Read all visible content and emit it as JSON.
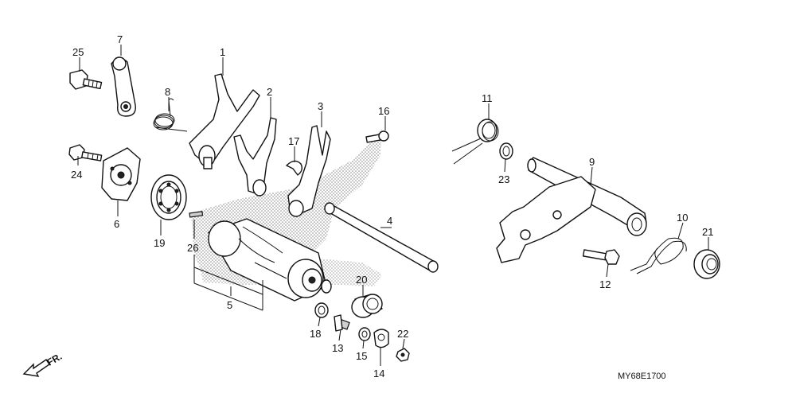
{
  "diagram_code": "MY68E1700",
  "direction_label": "FR.",
  "callouts": [
    {
      "id": "c1",
      "label": "1"
    },
    {
      "id": "c2",
      "label": "2"
    },
    {
      "id": "c3",
      "label": "3"
    },
    {
      "id": "c4",
      "label": "4"
    },
    {
      "id": "c5",
      "label": "5"
    },
    {
      "id": "c6",
      "label": "6"
    },
    {
      "id": "c7",
      "label": "7"
    },
    {
      "id": "c8",
      "label": "8"
    },
    {
      "id": "c9",
      "label": "9"
    },
    {
      "id": "c10",
      "label": "10"
    },
    {
      "id": "c11",
      "label": "11"
    },
    {
      "id": "c12",
      "label": "12"
    },
    {
      "id": "c13",
      "label": "13"
    },
    {
      "id": "c14",
      "label": "14"
    },
    {
      "id": "c15",
      "label": "15"
    },
    {
      "id": "c16",
      "label": "16"
    },
    {
      "id": "c17",
      "label": "17"
    },
    {
      "id": "c18",
      "label": "18"
    },
    {
      "id": "c19",
      "label": "19"
    },
    {
      "id": "c20",
      "label": "20"
    },
    {
      "id": "c21",
      "label": "21"
    },
    {
      "id": "c22",
      "label": "22"
    },
    {
      "id": "c23",
      "label": "23"
    },
    {
      "id": "c24",
      "label": "24"
    },
    {
      "id": "c25",
      "label": "25"
    },
    {
      "id": "c26",
      "label": "26"
    }
  ]
}
